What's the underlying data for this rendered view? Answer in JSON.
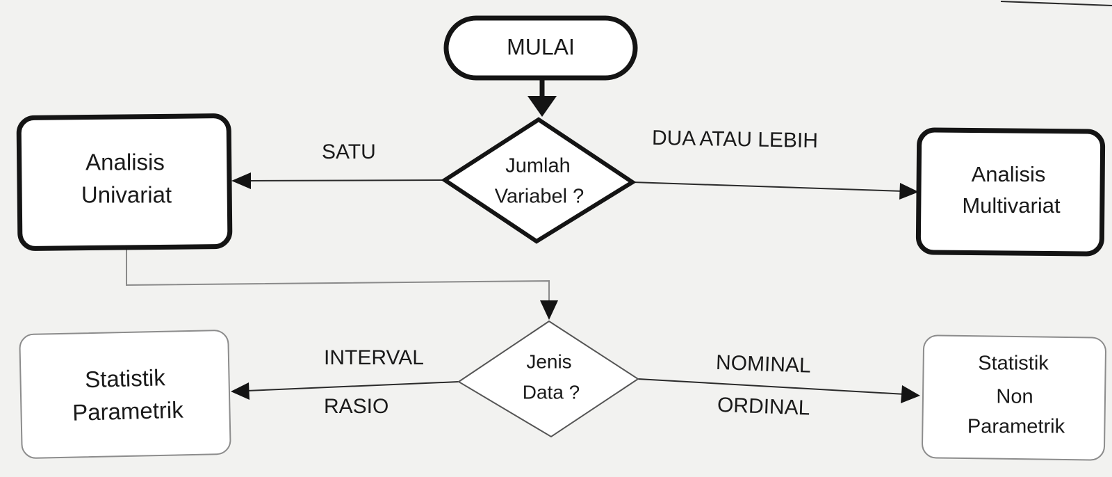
{
  "nodes": {
    "start": {
      "label": "MULAI"
    },
    "decision_variables": {
      "line1": "Jumlah",
      "line2": "Variabel ?"
    },
    "univariate": {
      "line1": "Analisis",
      "line2": "Univariat"
    },
    "multivariate": {
      "line1": "Analisis",
      "line2": "Multivariat"
    },
    "decision_data": {
      "line1": "Jenis",
      "line2": "Data ?"
    },
    "parametric": {
      "line1": "Statistik",
      "line2": "Parametrik"
    },
    "nonparametric": {
      "line1": "Statistik",
      "line2": "Non",
      "line3": "Parametrik"
    }
  },
  "edges": {
    "one": "SATU",
    "two_or_more": "DUA ATAU LEBIH",
    "interval": "INTERVAL",
    "ratio": "RASIO",
    "nominal": "NOMINAL",
    "ordinal": "ORDINAL"
  },
  "colors": {
    "ink": "#141414",
    "background": "#f2f2f0",
    "box_fill": "#ffffff",
    "faint_border": "#8c8c8c"
  }
}
